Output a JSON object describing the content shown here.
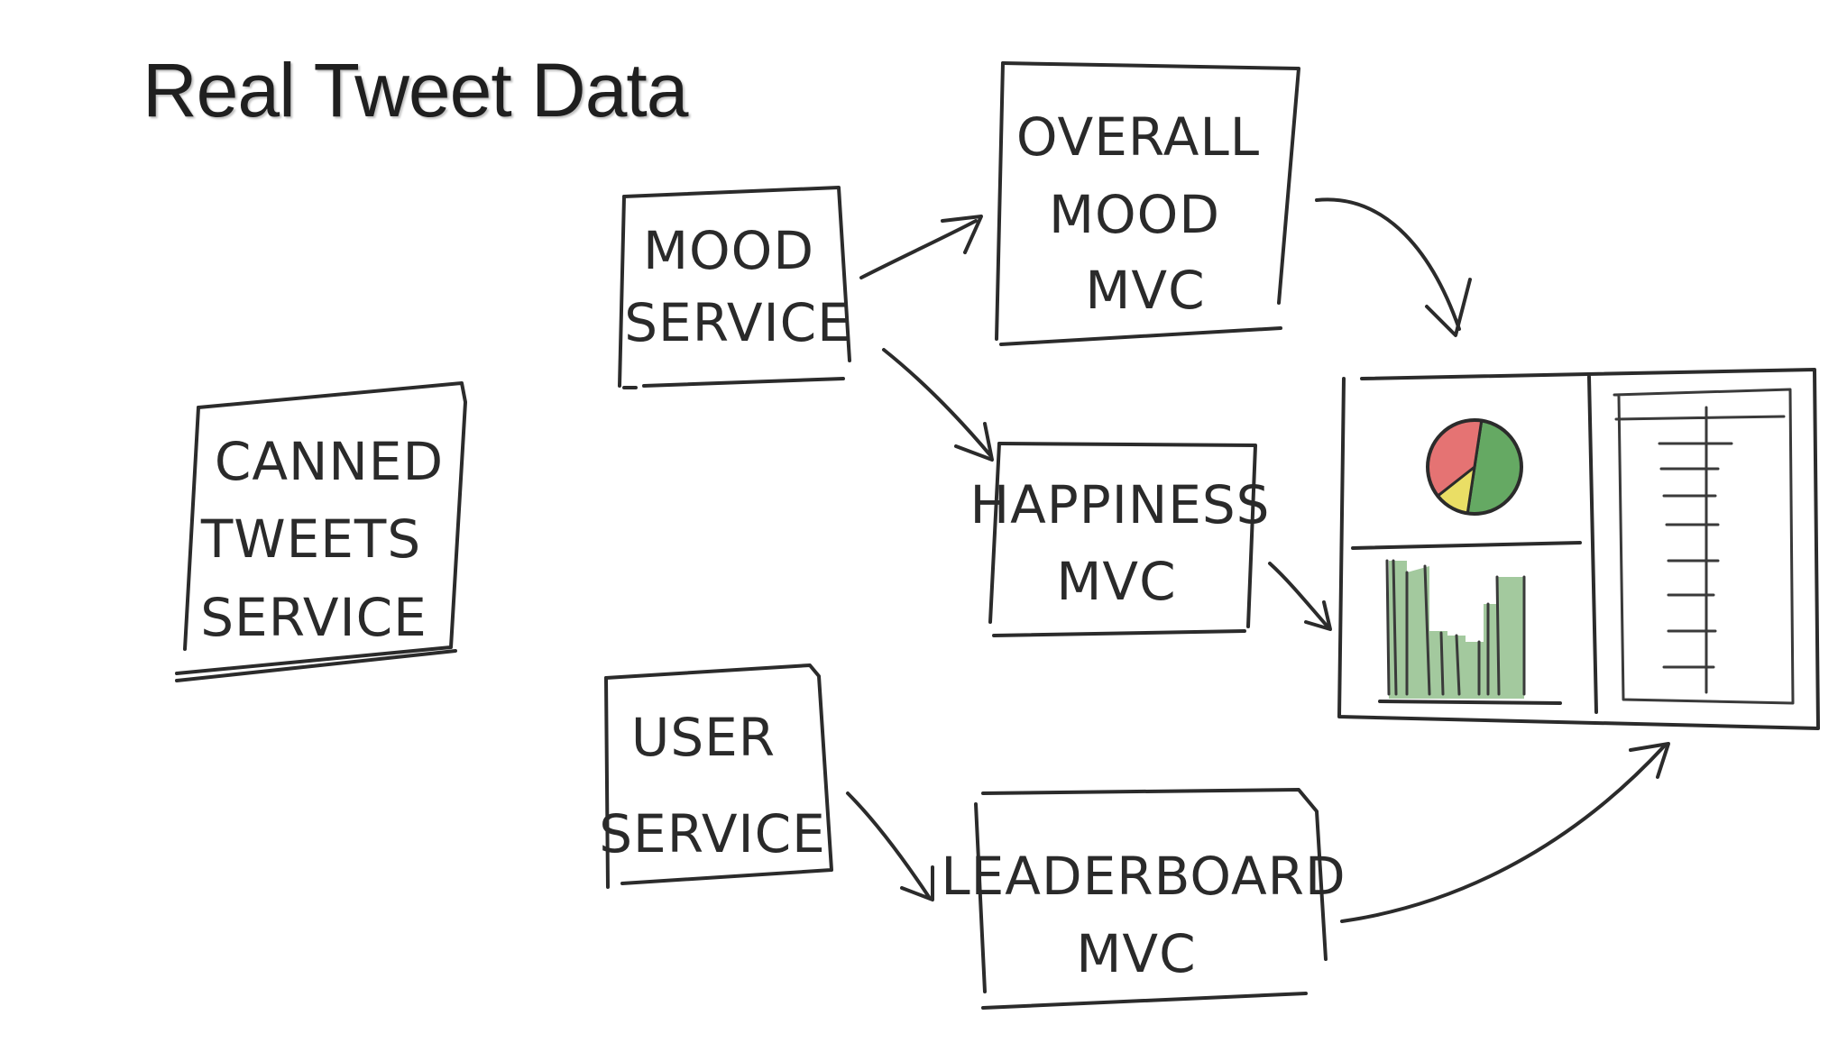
{
  "slide": {
    "title": "Real Tweet Data"
  },
  "nodes": {
    "canned_tweets_service": [
      "CANNED",
      "TWEETS",
      "SERVICE"
    ],
    "mood_service": [
      "MOOD",
      "SERVICE"
    ],
    "user_service": [
      "USER",
      "SERVICE"
    ],
    "overall_mood_mvc": [
      "OVERALL",
      "MOOD",
      "MVC"
    ],
    "happiness_mvc": [
      "HAPPINESS",
      "MVC"
    ],
    "leaderboard_mvc": [
      "LEADERBOARD",
      "MVC"
    ]
  },
  "dashboard": {
    "pie_slices": [
      {
        "label": "green",
        "fraction": 0.5,
        "color": "#4a9a48"
      },
      {
        "label": "yellow",
        "fraction": 0.12,
        "color": "#e6d84a"
      },
      {
        "label": "red",
        "fraction": 0.38,
        "color": "#e05a5a"
      }
    ],
    "bar_fill_color": "#8cbc86"
  }
}
